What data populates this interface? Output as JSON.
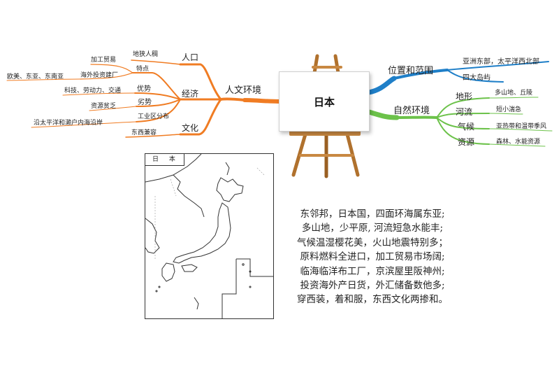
{
  "center": {
    "title": "日本"
  },
  "left_branch": {
    "title": "人文环境",
    "color": "#f07c23",
    "renkou": {
      "label": "人口",
      "items": [
        "地狭人稠"
      ]
    },
    "jingji": {
      "label": "经济",
      "tedian": {
        "label": "特点",
        "items": [
          "加工贸易",
          "海外投资建厂"
        ],
        "regions": "欧美、东亚、东南亚"
      },
      "youshi": {
        "label": "优势",
        "detail": "科技、劳动力、交通"
      },
      "lieshi": {
        "label": "劣势",
        "detail": "资源贫乏"
      },
      "fenbu": {
        "label": "工业区分布",
        "detail": "沿太平洋和濑户内海沿岸"
      }
    },
    "wenhua": {
      "label": "文化",
      "items": [
        "东西兼容"
      ]
    }
  },
  "right_top_branch": {
    "title": "位置和范围",
    "color": "#1f7fc8",
    "items": [
      "亚洲东部，太平洋西北部",
      "四大岛屿"
    ]
  },
  "right_bottom_branch": {
    "title": "自然环境",
    "color": "#6cc24a",
    "items": [
      {
        "label": "地形",
        "detail": "多山地、丘陵"
      },
      {
        "label": "河流",
        "detail": "短小湍急"
      },
      {
        "label": "气候",
        "detail": "亚热带和温带季风"
      },
      {
        "label": "资源",
        "detail": "森林、水能资源"
      }
    ]
  },
  "map": {
    "title": "日 本"
  },
  "mnemonic": [
    "东邻邦，日本国，四面环海属东亚;",
    "多山地，少平原, 河流短急水能丰;",
    "气候温湿樱花美，火山地震特别多；",
    "原料燃料全进口，加工贸易市场阔;",
    "临海临洋布工厂，京滨屋里阪神州;",
    "投资海外产日货，外汇储备数他多;",
    "穿西装，着和服，东西文化两掺和。"
  ]
}
